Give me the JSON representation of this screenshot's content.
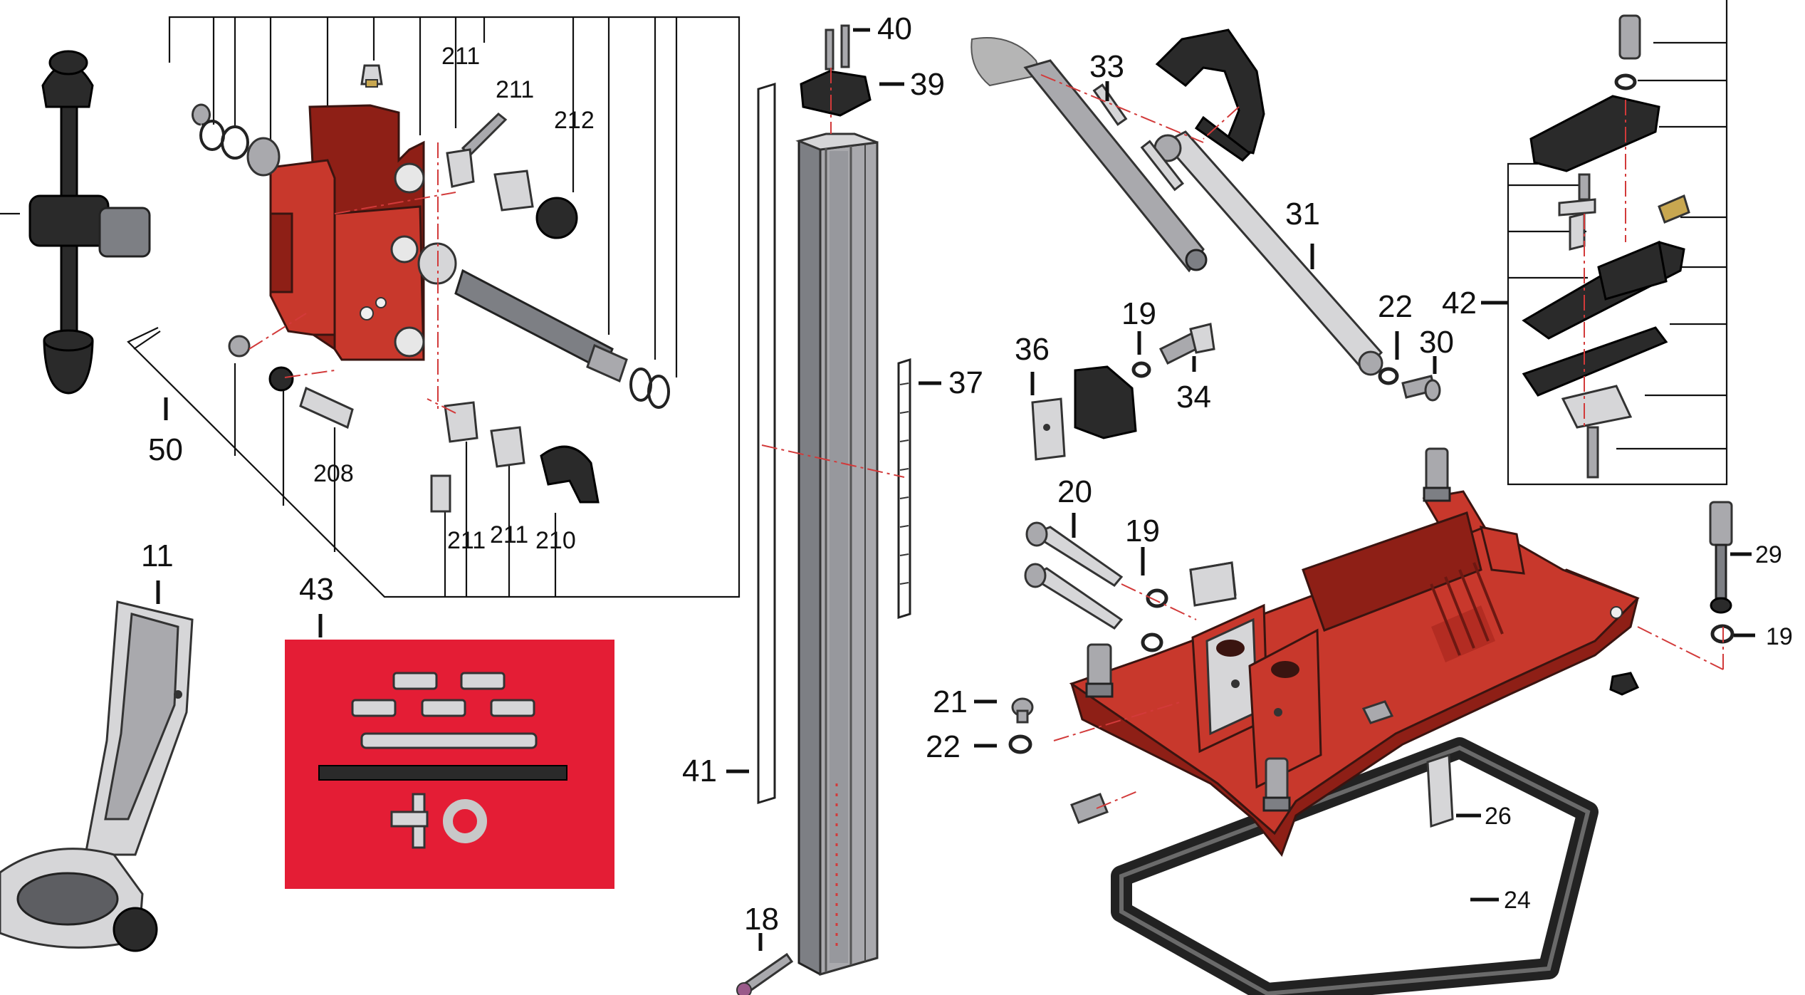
{
  "diagram": {
    "background": "#ffffff",
    "accent_red": "#c8382c",
    "kit_panel_color": "#e41d35",
    "dash_color": "#d23a3a"
  },
  "labels": {
    "p211a": "211",
    "p211b": "211",
    "p212": "212",
    "p211c": "211",
    "p211d": "211",
    "p210": "210",
    "p208": "208",
    "p50": "50",
    "p11": "11",
    "p43": "43",
    "p40": "40",
    "p39": "39",
    "p37": "37",
    "p41": "41",
    "p18": "18",
    "p33": "33",
    "p31": "31",
    "p19a": "19",
    "p34": "34",
    "p36": "36",
    "p22a": "22",
    "p30": "30",
    "p42": "42",
    "p20": "20",
    "p19b": "19",
    "p21": "21",
    "p22b": "22",
    "p29": "29",
    "p19c": "19",
    "p26": "26",
    "p24": "24"
  }
}
